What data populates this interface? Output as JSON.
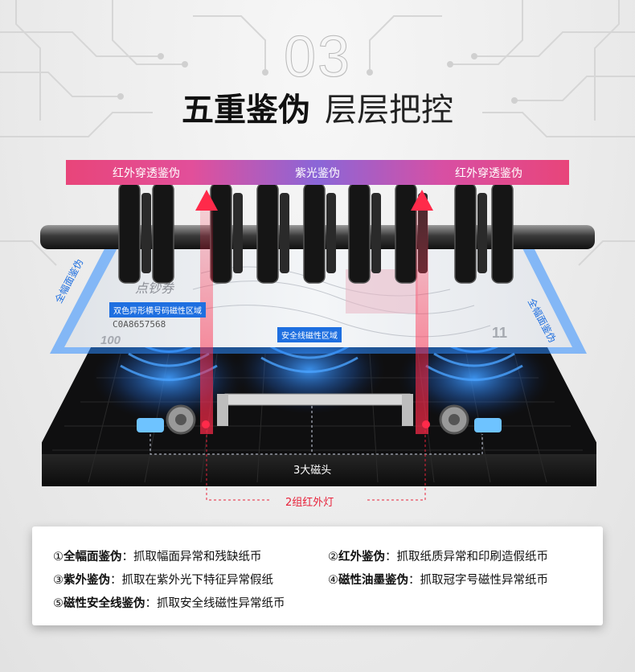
{
  "header": {
    "section_number": "03",
    "title_bold": "五重鉴伪",
    "title_light": "层层把控"
  },
  "detection_bar": {
    "left_label": "红外穿透鉴伪",
    "center_label": "紫光鉴伪",
    "right_label": "红外穿透鉴伪"
  },
  "banknote": {
    "brand_text": "点钞券",
    "serial_number": "C0A8657568",
    "denomination": "100",
    "corner_mark": "11"
  },
  "zone_labels": {
    "magnetic_serial_zone": "双色异形横号码磁性区域",
    "security_thread_zone": "安全线磁性区域",
    "full_face_left": "全幅面鉴伪",
    "full_face_right": "全幅面鉴伪"
  },
  "callouts": {
    "magnetic_heads": "3大磁头",
    "infrared_lights": "2组红外灯"
  },
  "features": [
    {
      "marker": "①",
      "name": "全幅面鉴伪",
      "desc": "：抓取幅面异常和残缺纸币"
    },
    {
      "marker": "②",
      "name": "红外鉴伪",
      "desc": "：抓取纸质异常和印刷造假纸币"
    },
    {
      "marker": "③",
      "name": "紫外鉴伪",
      "desc": "：抓取在紫外光下特征异常假纸"
    },
    {
      "marker": "④",
      "name": "磁性油墨鉴伪",
      "desc": "：抓取冠字号磁性异常纸币"
    },
    {
      "marker": "⑤",
      "name": "磁性安全线鉴伪",
      "desc": "：抓取安全线磁性异常纸币"
    }
  ],
  "colors": {
    "infrared_red": "#e8223a",
    "uv_purple": "#8a66d8",
    "magnetic_blue": "#2b7ae0",
    "bar_pink": "#e8457a"
  }
}
